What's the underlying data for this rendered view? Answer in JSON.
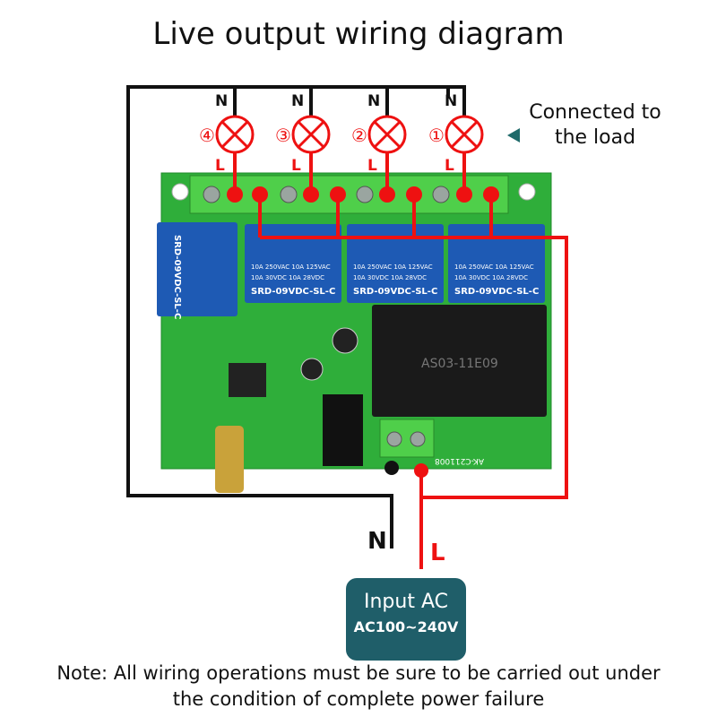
{
  "title": "Live output wiring diagram",
  "load_note": [
    "Connected to",
    "the load"
  ],
  "lamps": [
    {
      "index": "④",
      "neutral": "N",
      "live": "L"
    },
    {
      "index": "③",
      "neutral": "N",
      "live": "L"
    },
    {
      "index": "②",
      "neutral": "N",
      "live": "L"
    },
    {
      "index": "①",
      "neutral": "N",
      "live": "L"
    }
  ],
  "input": {
    "neutral": "N",
    "live": "L",
    "title": "Input AC",
    "range": "AC100~240V"
  },
  "board": {
    "relay_model": "SRD-09VDC-SL-C",
    "relay_rating_1": "10A 250VAC 10A 125VAC",
    "relay_rating_2": "10A 30VDC 10A 28VDC",
    "power_module": "AS03-11E09",
    "board_code": "AK-C211008"
  },
  "note": [
    "Note: All wiring operations must be sure to be carried out under",
    "the condition of complete power failure"
  ],
  "colors": {
    "live_wire": "#ee1111",
    "neutral_wire": "#111111",
    "pcb": "#2fae3a",
    "relay": "#1e5ab4",
    "input_box": "#1f5e69",
    "arrow": "#1f6a6a"
  }
}
